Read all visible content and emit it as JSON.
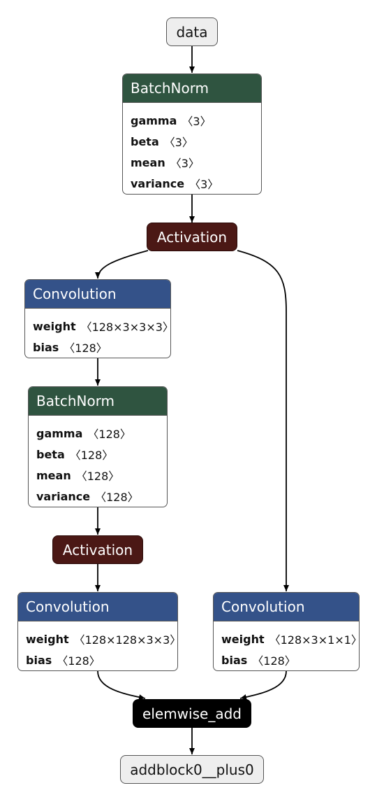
{
  "nodes": {
    "input": {
      "label": "data"
    },
    "bn1": {
      "title": "BatchNorm",
      "attrs": [
        {
          "name": "gamma",
          "value": "〈3〉"
        },
        {
          "name": "beta",
          "value": "〈3〉"
        },
        {
          "name": "mean",
          "value": "〈3〉"
        },
        {
          "name": "variance",
          "value": "〈3〉"
        }
      ]
    },
    "act1": {
      "label": "Activation"
    },
    "conv1": {
      "title": "Convolution",
      "attrs": [
        {
          "name": "weight",
          "value": "〈128×3×3×3〉"
        },
        {
          "name": "bias",
          "value": "〈128〉"
        }
      ]
    },
    "bn2": {
      "title": "BatchNorm",
      "attrs": [
        {
          "name": "gamma",
          "value": "〈128〉"
        },
        {
          "name": "beta",
          "value": "〈128〉"
        },
        {
          "name": "mean",
          "value": "〈128〉"
        },
        {
          "name": "variance",
          "value": "〈128〉"
        }
      ]
    },
    "act2": {
      "label": "Activation"
    },
    "conv2": {
      "title": "Convolution",
      "attrs": [
        {
          "name": "weight",
          "value": "〈128×128×3×3〉"
        },
        {
          "name": "bias",
          "value": "〈128〉"
        }
      ]
    },
    "conv3": {
      "title": "Convolution",
      "attrs": [
        {
          "name": "weight",
          "value": "〈128×3×1×1〉"
        },
        {
          "name": "bias",
          "value": "〈128〉"
        }
      ]
    },
    "add": {
      "label": "elemwise_add"
    },
    "output": {
      "label": "addblock0__plus0"
    }
  },
  "colors": {
    "batchnorm_header": "#2f5440",
    "convolution_header": "#345289",
    "activation_fill": "#4b1815",
    "op_fill": "#000000",
    "io_fill": "#eeeeee"
  }
}
